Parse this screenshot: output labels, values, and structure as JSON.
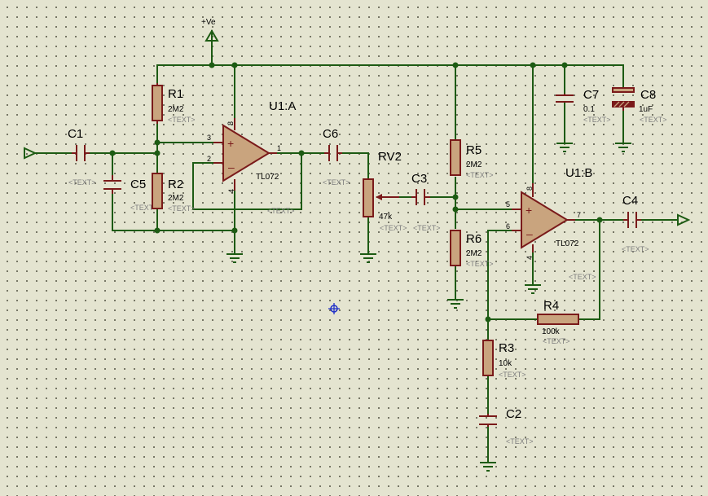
{
  "supply": {
    "label": "+Ve"
  },
  "opamps": {
    "u1a": {
      "ref": "U1:A",
      "model": "TL072",
      "pin_plus": "3",
      "pin_minus": "2",
      "pin_out": "1",
      "pin_vcc": "8",
      "pin_vee": "4",
      "text": "<TEXT>"
    },
    "u1b": {
      "ref": "U1:B",
      "model": "TL072",
      "pin_plus": "5",
      "pin_minus": "6",
      "pin_out": "7",
      "pin_vcc": "8",
      "pin_vee": "4",
      "text": "<TEXT>"
    }
  },
  "resistors": {
    "r1": {
      "ref": "R1",
      "value": "2M2",
      "text": "<TEXT>"
    },
    "r2": {
      "ref": "R2",
      "value": "2M2",
      "text": "<TEXT>"
    },
    "r3": {
      "ref": "R3",
      "value": "10k",
      "text": "<TEXT>"
    },
    "r4": {
      "ref": "R4",
      "value": "100k",
      "text": "<TEXT>"
    },
    "r5": {
      "ref": "R5",
      "value": "2M2",
      "text": "<TEXT>"
    },
    "r6": {
      "ref": "R6",
      "value": "2M2",
      "text": "<TEXT>"
    },
    "rv2": {
      "ref": "RV2",
      "value": "47k",
      "text": "<TEXT>"
    }
  },
  "capacitors": {
    "c1": {
      "ref": "C1",
      "text": "<TEXT>"
    },
    "c2": {
      "ref": "C2",
      "text": "<TEXT>"
    },
    "c3": {
      "ref": "C3",
      "text": "<TEXT>"
    },
    "c4": {
      "ref": "C4",
      "text": "<TEXT>"
    },
    "c5": {
      "ref": "C5",
      "text": "<TEXT>"
    },
    "c6": {
      "ref": "C6",
      "text": "<TEXT>"
    },
    "c7": {
      "ref": "C7",
      "value": "0.1",
      "text": "<TEXT>"
    },
    "c8": {
      "ref": "C8",
      "value": "1uF",
      "text": "<TEXT>"
    }
  },
  "colors": {
    "background": "#e4e4d0",
    "grid_dot": "#5a5a4a",
    "wire": "#1d5b13",
    "component": "#7a1a1a",
    "component_fill": "#c9a47e",
    "placeholder_text": "#7e7e7e",
    "origin_marker": "#1f2fc8"
  },
  "icons": {
    "origin": "origin-crosshair-icon",
    "port": "terminal-port-icon",
    "ground": "ground-icon",
    "power": "power-terminal-icon"
  }
}
